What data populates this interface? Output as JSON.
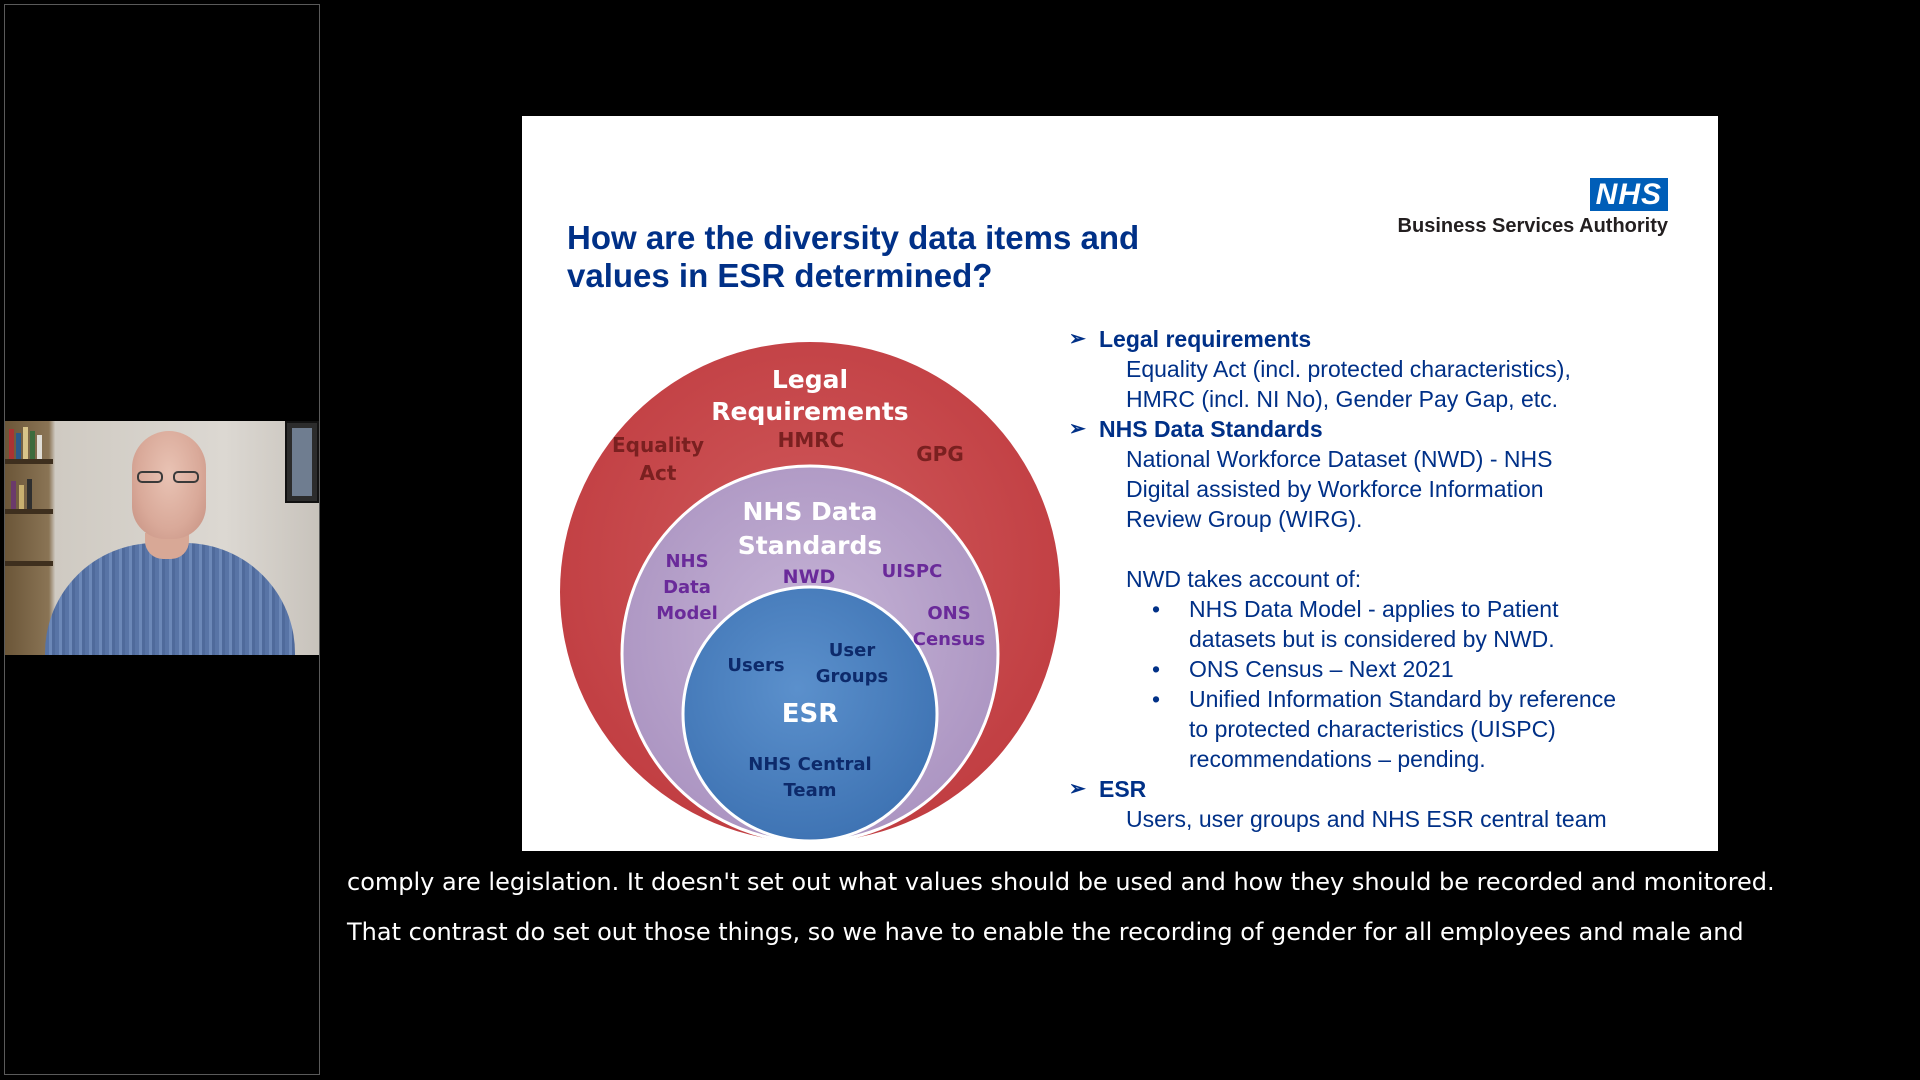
{
  "slide": {
    "title": "How are the diversity data items and values in ESR determined?",
    "logo": {
      "badge": "NHS",
      "subtitle": "Business Services Authority"
    },
    "venn": {
      "outer": {
        "title_line1": "Legal",
        "title_line2": "Requirements",
        "labels": [
          "Equality",
          "Act",
          "HMRC",
          "GPG"
        ]
      },
      "middle": {
        "title_line1": "NHS Data",
        "title_line2": "Standards",
        "labels": [
          "NHS",
          "Data",
          "Model",
          "NWD",
          "UISPC",
          "ONS",
          "Census"
        ]
      },
      "inner": {
        "title": "ESR",
        "labels": [
          "Users",
          "User",
          "Groups",
          "NHS Central",
          "Team"
        ]
      },
      "colors": {
        "outer": "#c9474a",
        "middle": "#b9a3cc",
        "inner": "#4a80bf"
      }
    },
    "sections": [
      {
        "heading": "Legal requirements",
        "lines": [
          "Equality Act (incl. protected characteristics),",
          "HMRC (incl. NI No), Gender Pay Gap, etc."
        ]
      },
      {
        "heading": "NHS Data Standards",
        "lines": [
          "National Workforce Dataset (NWD)  - NHS",
          "Digital assisted by Workforce Information",
          "Review Group (WIRG)."
        ],
        "after_gap": "NWD takes account of:",
        "sub_items": [
          [
            "NHS Data Model - applies to Patient",
            "datasets but is considered by NWD."
          ],
          [
            "ONS Census – Next 2021"
          ],
          [
            "Unified Information Standard by reference",
            "to protected characteristics (UISPC)",
            "recommendations – pending."
          ]
        ]
      },
      {
        "heading": "ESR",
        "lines": [
          "Users, user groups and NHS ESR central team"
        ]
      }
    ]
  },
  "captions": [
    "comply are legislation.  It doesn't set out what values should be used and how they should be recorded and monitored.",
    "That contrast do set out those things, so we have to enable the recording of gender for all employees and male and"
  ],
  "icons": {
    "chevron": "➢",
    "bullet": "•"
  }
}
